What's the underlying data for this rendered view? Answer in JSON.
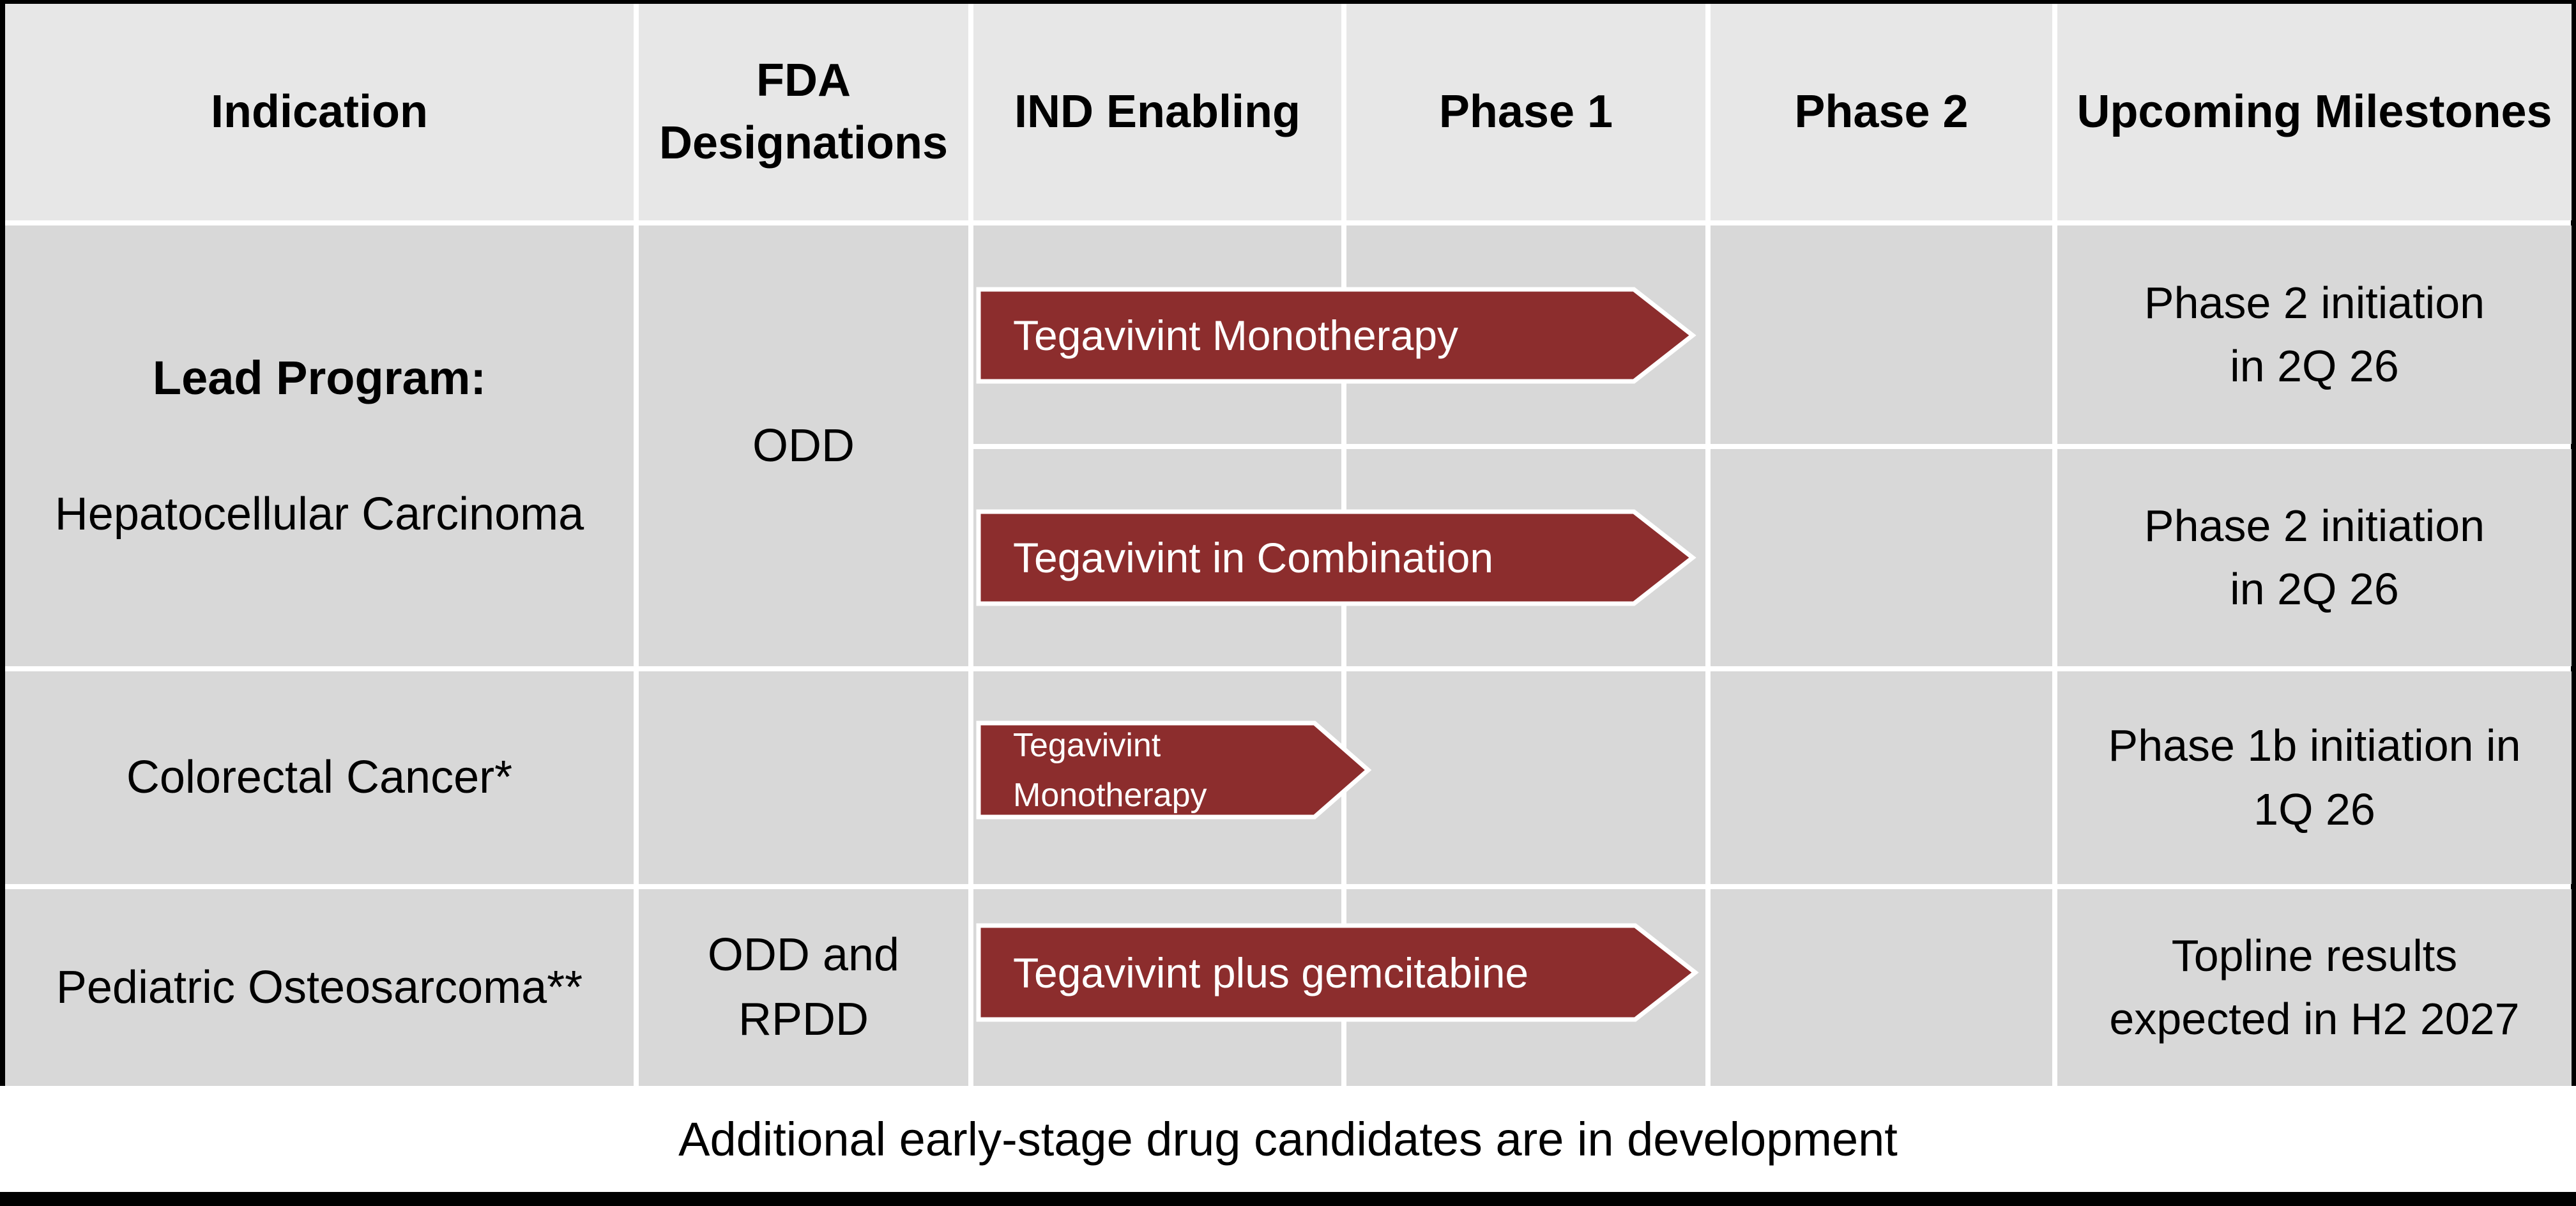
{
  "colors": {
    "arrow_red": "#8C2D2D",
    "header_bg": "#E7E7E7",
    "cell_bg": "#D8D8D8",
    "gridline_white": "#FFFFFF",
    "frame_black": "#000000"
  },
  "header": {
    "indication": "Indication",
    "fda": "FDA Designations",
    "ind_enabling": "IND Enabling",
    "phase1": "Phase 1",
    "phase2": "Phase 2",
    "milestones": "Upcoming Milestones"
  },
  "rows": {
    "hcc": {
      "label_bold": "Lead Program:",
      "label": "Hepatocellular Carcinoma",
      "fda": "ODD",
      "arrow1": "Tegavivint Monotherapy",
      "arrow2": "Tegavivint in Combination",
      "milestone1_line1": "Phase 2 initiation",
      "milestone1_line2": "in 2Q 26",
      "milestone2_line1": "Phase 2 initiation",
      "milestone2_line2": "in 2Q 26"
    },
    "crc": {
      "label": "Colorectal Cancer*",
      "fda": "",
      "arrow_line1": "Tegavivint",
      "arrow_line2": "Monotherapy",
      "milestone_line1": "Phase 1b initiation in",
      "milestone_line2": "1Q 26"
    },
    "osteo": {
      "label": "Pediatric Osteosarcoma**",
      "fda_line1": "ODD and",
      "fda_line2": "RPDD",
      "arrow": "Tegavivint plus gemcitabine",
      "milestone_line1": "Topline results",
      "milestone_line2": "expected in H2 2027"
    }
  },
  "footer": "Additional early-stage drug candidates are in development"
}
